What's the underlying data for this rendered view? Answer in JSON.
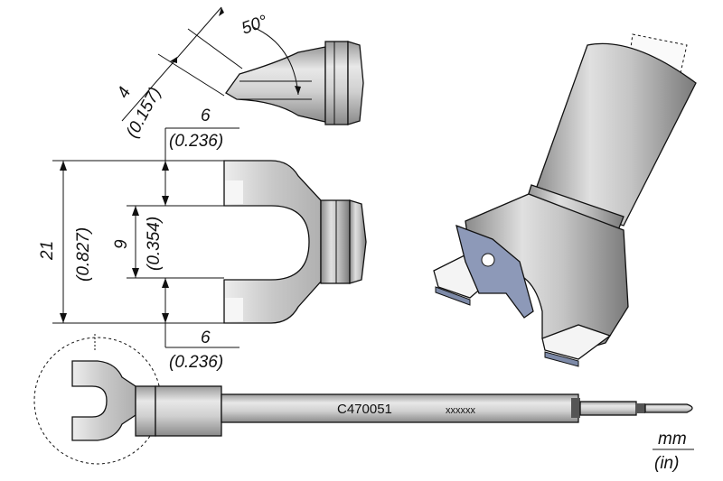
{
  "dimensions": {
    "chisel_width": {
      "mm": "4",
      "in": "(0.157)"
    },
    "chisel_angle": "50°",
    "top_arm": {
      "mm": "6",
      "in": "(0.236)"
    },
    "overall_height": {
      "mm": "21",
      "in": "(0.827)"
    },
    "slot_width": {
      "mm": "9",
      "in": "(0.354)"
    },
    "bottom_arm": {
      "mm": "6",
      "in": "(0.236)"
    }
  },
  "shaft": {
    "part_number": "C470051",
    "serial": "xxxxxx"
  },
  "units": {
    "primary": "mm",
    "secondary": "(in)"
  },
  "colors": {
    "metal_light": "#e6e6e6",
    "metal_mid": "#b5b5b5",
    "metal_dark": "#7a7a7a",
    "blade": "#7d8aa8"
  }
}
